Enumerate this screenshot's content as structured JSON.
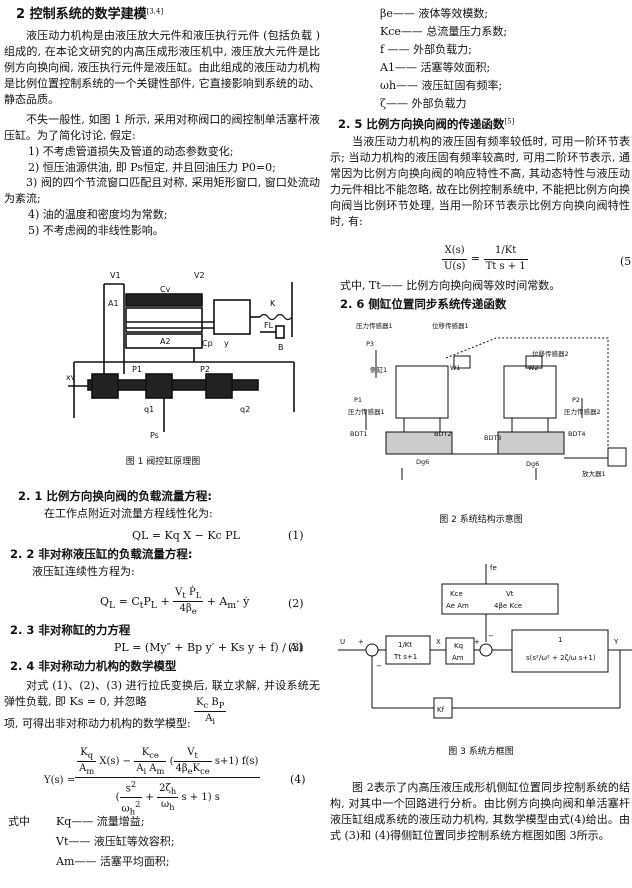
{
  "left": {
    "sec2_heading": "2   控制系统的数学建模",
    "sec2_ref": "[3,4]",
    "intro1": "液压动力机构是由液压放大元件和液压执行元件 (包括负载 )组成的, 在本论文研究的内高压成形液压机中, 液压放大元件是比例方向换向阀, 液压执行元件是液压缸。由此组成的液压动力机构是比例位置控制系统的一个关键性部件, 它直接影响到系统的动、静态品质。",
    "intro2": "不失一般性, 如图 1 所示, 采用对称阀口的阀控制单活塞杆液压缸。为了简化讨论, 假定:",
    "assumptions": [
      "1) 不考虑管道损失及管道的动态参数变化;",
      "2) 恒压油源供油, 即 Ps恒定, 并且回油压力 P0=0;",
      "3) 阀的四个节流窗口匹配且对称, 采用矩形窗口, 窗口处流动为紊流;",
      "4) 油的温度和密度均为常数;",
      "5) 不考虑阀的非线性影响。"
    ],
    "fig1_caption": "图 1   阀控缸原理图",
    "fig1_labels": {
      "v1": "V1",
      "v2": "V2",
      "a1": "A1",
      "a2": "A2",
      "cp": "Cp",
      "cv": "Cv",
      "k": "K",
      "fl": "FL",
      "b": "B",
      "y": "y",
      "xv": "xv",
      "p1": "P1",
      "p2": "P2",
      "q1": "q1",
      "q2": "q2",
      "ps": "Ps"
    },
    "s21": "2. 1   比例方向换向阀的负载流量方程:",
    "s21_text": "在工作点附近对流量方程线性化为:",
    "eq1": "QL = Kq X − Kc PL",
    "eq1_no": "(1)",
    "s22": "2. 2   非对称液压缸的负载流量方程:",
    "s22_text": "液压缸连续性方程为:",
    "eq2_no": "(2)",
    "s23": "2. 3   非对称缸的力方程",
    "eq3": "PL = (My″ + Bp y′ + Ks y + f) / A1",
    "eq3_no": "(3)",
    "s24": "2. 4   非对称动力机构的数学模型",
    "s24_text1": "对式 (1)、(2)、(3) 进行拉氏变换后, 联立求解, 并设系统无弹性负载, 即 Ks = 0, 并忽略",
    "s24_text2": "项, 可得出非对称动力机构的数学模型:",
    "eq4_no": "(4)",
    "where": "式中",
    "defs": [
      "Kq—— 流量增益;",
      "Vt—— 液压缸等效容积;",
      "Am—— 活塞平均面积;"
    ]
  },
  "right": {
    "defs": [
      "βe—— 液体等效模数;",
      "Kce—— 总流量压力系数;",
      "f —— 外部负载力;",
      "A1—— 活塞等效面积;",
      "ωh—— 液压缸固有频率;",
      "ζ—— 外部负载力"
    ],
    "s25": "2. 5   比例方向换向阀的传递函数",
    "s25_ref": "[5]",
    "s25_text": "当液压动力机构的液压固有频率较低时, 可用一阶环节表示; 当动力机构的液压固有频率较高时, 可用二阶环节表示, 通常因为比例方向换向阀的响应特性不高, 其动态特性与液压动力元件相比不能忽略, 故在比例控制系统中, 不能把比例方向换向阀当比例环节处理, 当用一阶环节表示比例方向换向阀特性时, 有:",
    "eq5_lhs_n": "X(s)",
    "eq5_lhs_d": "U(s)",
    "eq5_rhs_n": "1/Kt",
    "eq5_rhs_d": "Tt s + 1",
    "eq5_no": "(5",
    "eq5_where": "式中, Tt—— 比例方向换向阀等效时间常数。",
    "s26": "2. 6   侧缸位置同步系统传递函数",
    "fig2_labels": {
      "ps1": "压力传感器1",
      "pos1": "位移传感器1",
      "pos2": "位移传感器2",
      "p3": "P3",
      "w1": "W1",
      "w2": "W2",
      "cyl": "侧缸1",
      "p1": "P1",
      "p2": "P2",
      "ps1b": "压力传感器1",
      "ps2": "压力传感器2",
      "bdt1": "BDT1",
      "bdt2": "BDT2",
      "bdt3": "BDT3",
      "bdt4": "BDT4",
      "dg": "Dg6",
      "dg2": "Dg6",
      "amp": "放大器1"
    },
    "fig2_caption": "图 2   系统结构示意图",
    "fig3_labels": {
      "fe": "fe",
      "u": "U",
      "x": "X",
      "y": "Y",
      "plus": "+",
      "minus": "−",
      "b1": "1/Kt",
      "b1d": "Tt s+1",
      "b2n": "Kq",
      "b2d": "Am",
      "b3": "1",
      "ff_n": "Kce",
      "ff_d": "Ae Am",
      "ff2": "Vt",
      "ff2d": "4βe Kce",
      "fb": "Kf"
    },
    "fig3_caption": "图 3   系统方框图",
    "final_text": "图 2表示了内高压液压成形机侧缸位置同步控制系统的结构, 对其中一个回路进行分析。由比例方向换向阀和单活塞杆液压缸组成系统的液压动力机构, 其数学模型由式(4)给出。由式 (3)和 (4)得侧缸位置同步控制系统方框图如图 3所示。"
  }
}
